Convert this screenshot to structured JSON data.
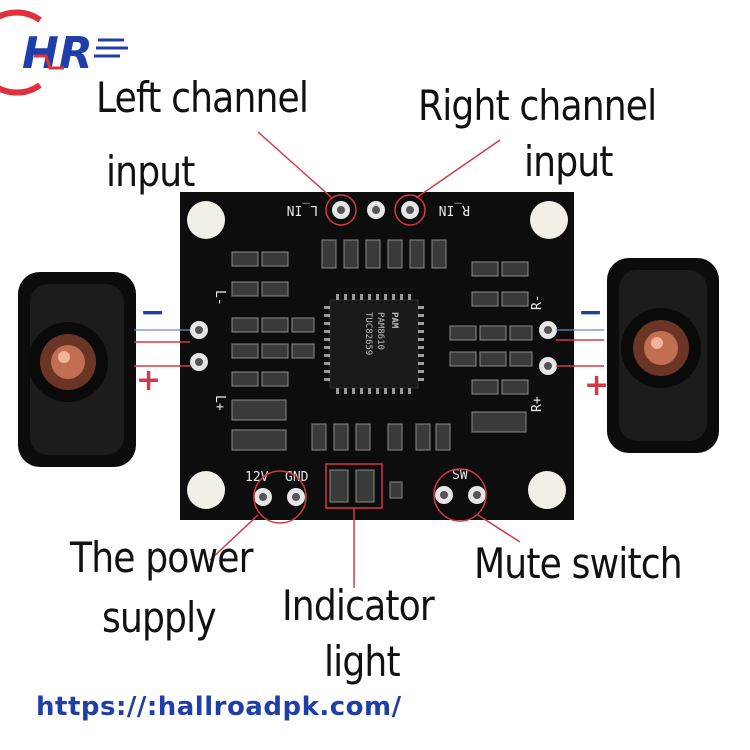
{
  "logo": {
    "text": "HR"
  },
  "labels": {
    "left_input": [
      "Left channel",
      "input"
    ],
    "right_input": [
      "Right channel",
      "input"
    ],
    "power": [
      "The power",
      "supply"
    ],
    "indicator": [
      "Indicator",
      "light"
    ],
    "mute": [
      "Mute switch"
    ]
  },
  "silkscreen": {
    "l_in": "L_IN",
    "r_in": "R_IN",
    "l_minus": "L-",
    "l_plus": "L+",
    "r_minus": "R-",
    "r_plus": "R+",
    "v12": "12V",
    "gnd": "GND",
    "sw": "SW"
  },
  "chip": {
    "brand": "PAM",
    "part": "PAM8610",
    "code": "TUC82659"
  },
  "polarity": {
    "minus": "−",
    "plus": "+"
  },
  "url": "https://:hallroadpk.com/",
  "colors": {
    "pcb": "#0d0d0d",
    "callout": "#d23a48",
    "url": "#1f3fa8",
    "logo_red": "#e0303c",
    "logo_blue": "#1f3fa8"
  }
}
